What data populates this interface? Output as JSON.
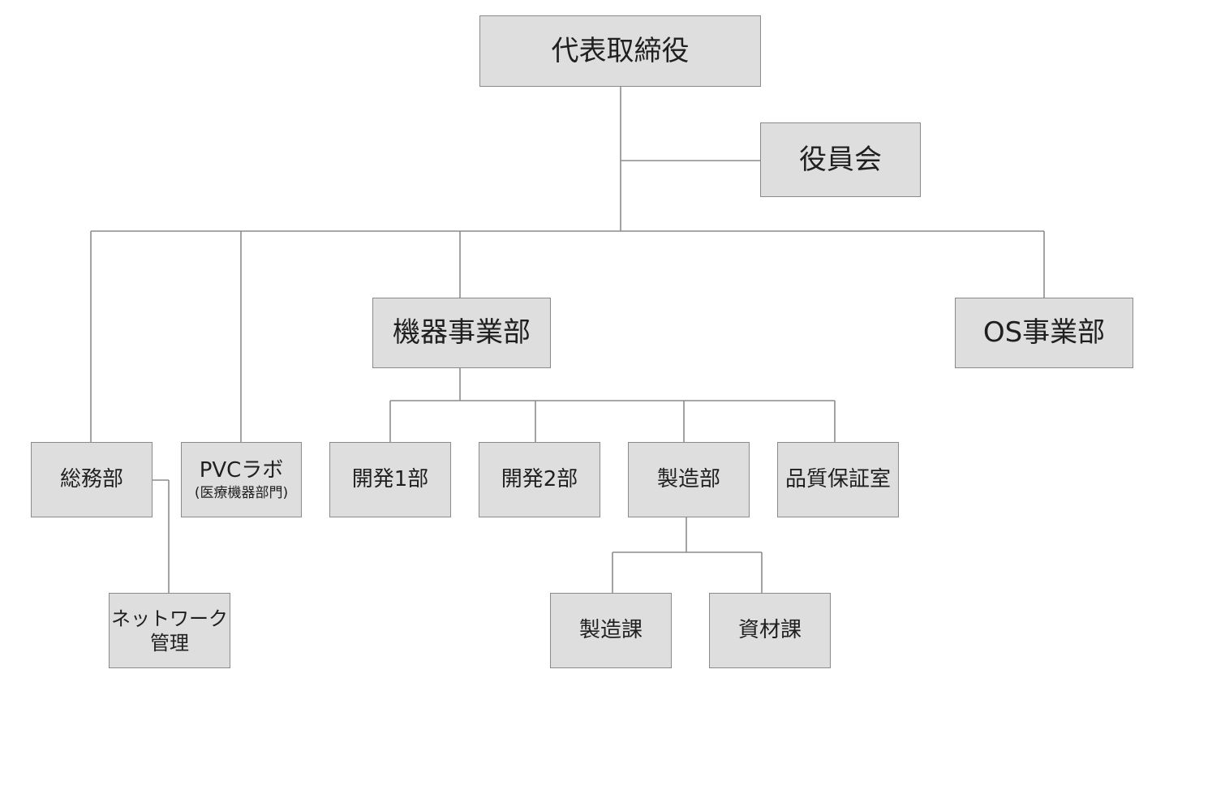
{
  "org_chart": {
    "ceo": "代表取締役",
    "board": "役員会",
    "general_affairs": "総務部",
    "network": {
      "line1": "ネットワーク",
      "line2": "管理"
    },
    "pvc_lab": {
      "line1": "PVCラボ",
      "line2": "(医療機器部門)"
    },
    "equipment_division": "機器事業部",
    "os_division": "OS事業部",
    "dev1": "開発1部",
    "dev2": "開発2部",
    "manufacturing": "製造部",
    "quality": "品質保証室",
    "manufacturing_section": "製造課",
    "materials_section": "資材課"
  }
}
